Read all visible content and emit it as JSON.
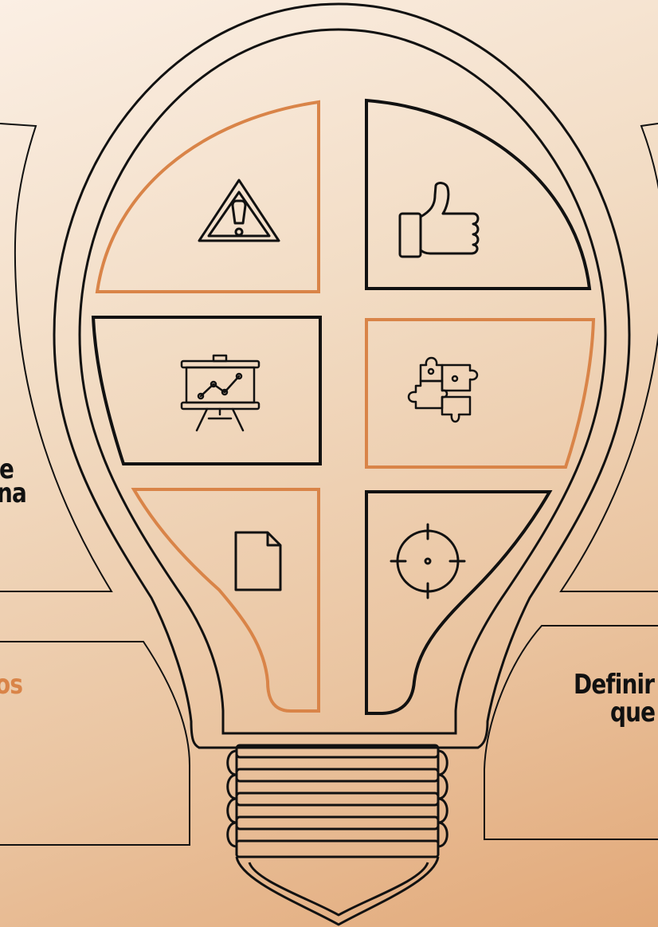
{
  "colors": {
    "background_light": "#fbefe4",
    "background_dark": "#e2a878",
    "accent": "#d98448",
    "ink": "#111111"
  },
  "segments": [
    {
      "icon": "warning-triangle-icon",
      "stroke": "accent"
    },
    {
      "icon": "thumbs-up-icon",
      "stroke": "ink"
    },
    {
      "icon": "presentation-board-icon",
      "stroke": "ink"
    },
    {
      "icon": "puzzle-pieces-icon",
      "stroke": "accent"
    },
    {
      "icon": "document-icon",
      "stroke": "accent"
    },
    {
      "icon": "target-crosshair-icon",
      "stroke": "ink"
    }
  ],
  "labels": {
    "left_fragment_1": "e",
    "left_fragment_2": "na",
    "left_bottom_fragment": "os",
    "right_bottom_line1": "Definir",
    "right_bottom_line2": "que"
  }
}
